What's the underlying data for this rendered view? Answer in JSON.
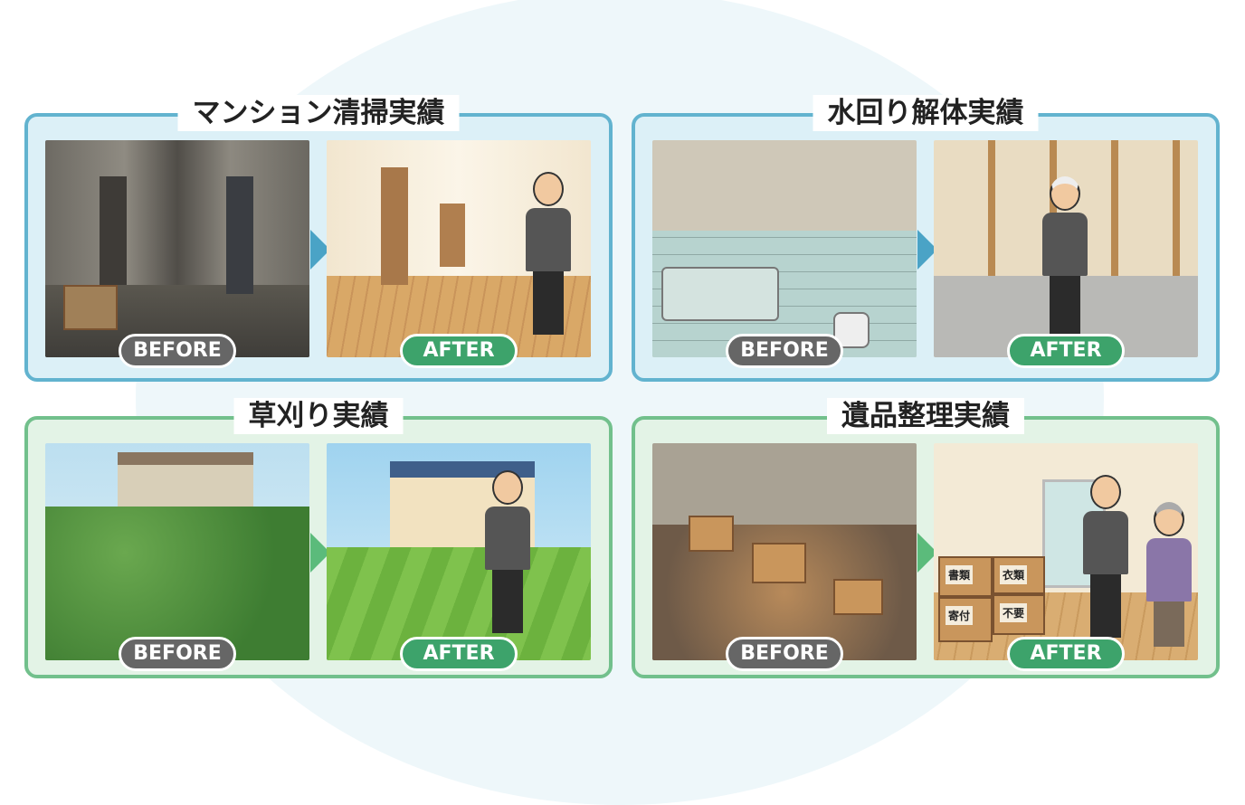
{
  "panels": [
    {
      "title": "マンション清掃実績",
      "before": "BEFORE",
      "after": "AFTER"
    },
    {
      "title": "水回り解体実績",
      "before": "BEFORE",
      "after": "AFTER"
    },
    {
      "title": "草刈り実績",
      "before": "BEFORE",
      "after": "AFTER"
    },
    {
      "title": "遺品整理実績",
      "before": "BEFORE",
      "after": "AFTER",
      "box_labels": [
        "書類",
        "衣類",
        "寄付",
        "不要"
      ]
    }
  ],
  "colors": {
    "blue_border": "#62b3cf",
    "green_border": "#72c08c",
    "before_badge": "#666666",
    "after_badge": "#3da36b"
  }
}
